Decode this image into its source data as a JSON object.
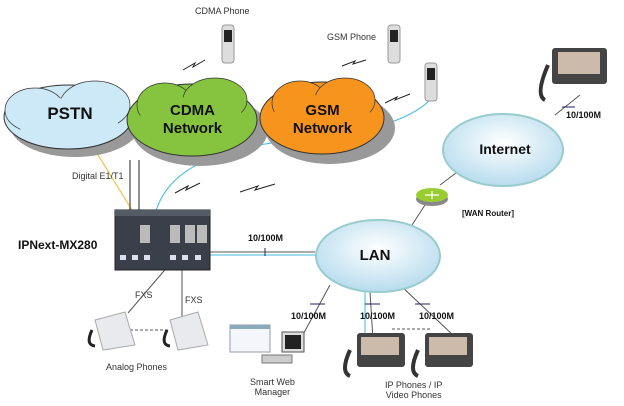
{
  "clouds": {
    "pstn": {
      "label": "PSTN",
      "color": "#cde9f8"
    },
    "cdma": {
      "label_line1": "CDMA",
      "label_line2": "Network",
      "color": "#86c440"
    },
    "gsm": {
      "label_line1": "GSM",
      "label_line2": "Network",
      "color": "#f7941d"
    },
    "internet": {
      "label": "Internet",
      "color": "#e6f3fa"
    },
    "lan": {
      "label": "LAN",
      "color": "#e6f3fa"
    }
  },
  "devices": {
    "cdma_phone": "CDMA Phone",
    "gsm_phone": "GSM Phone",
    "gateway": "IPNext-MX280",
    "router": "[WAN Router]",
    "analog_phones": "Analog Phones",
    "web_manager_line1": "Smart Web",
    "web_manager_line2": "Manager",
    "ip_phones_line1": "IP Phones / IP",
    "ip_phones_line2": "Video Phones"
  },
  "links": {
    "digital": "Digital E1/T1",
    "fxs1": "FXS",
    "fxs2": "FXS",
    "gw_lan": "10/100M",
    "internet_phone": "10/100M",
    "lan_pc": "10/100M",
    "lan_phone1": "10/100M",
    "lan_phone2": "10/100M"
  },
  "colors": {
    "link_line": "#555555",
    "cyan_line": "#3cb8e0",
    "e1_line": "#f2c14e",
    "router": "#9acd32"
  }
}
